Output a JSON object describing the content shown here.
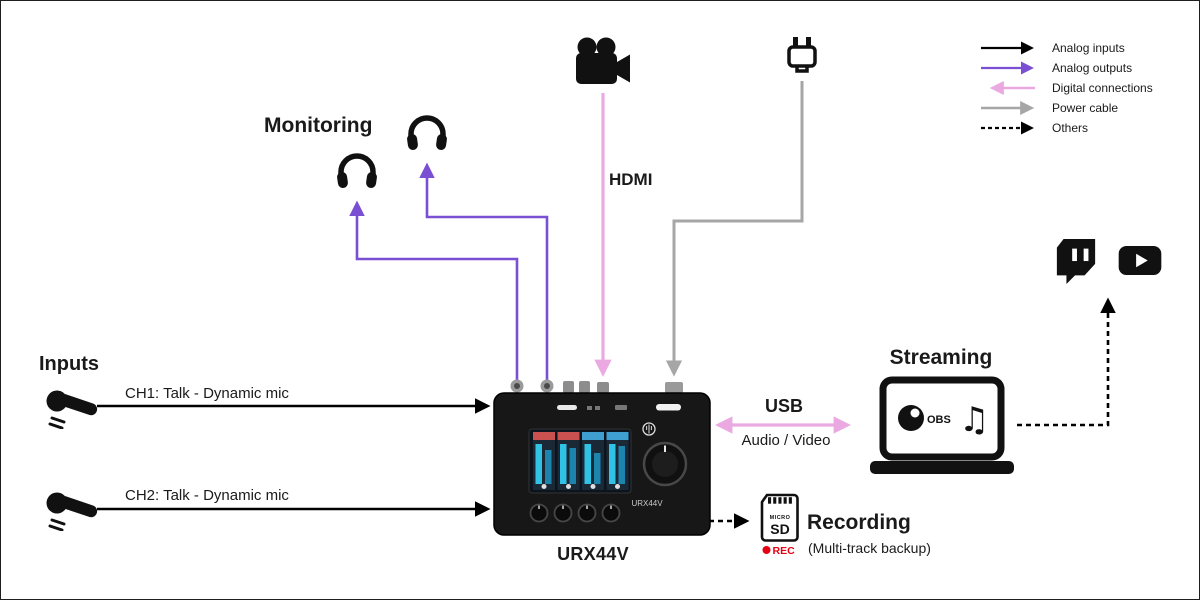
{
  "device": {
    "name": "URX44V"
  },
  "legend": {
    "items": [
      {
        "label": "Analog inputs"
      },
      {
        "label": "Analog outputs"
      },
      {
        "label": "Digital connections"
      },
      {
        "label": "Power cable"
      },
      {
        "label": "Others"
      }
    ]
  },
  "monitoring": {
    "title": "Monitoring"
  },
  "inputs": {
    "title": "Inputs",
    "channels": [
      {
        "label": "CH1: Talk - Dynamic mic"
      },
      {
        "label": "CH2: Talk - Dynamic mic"
      }
    ]
  },
  "hdmi": {
    "label": "HDMI"
  },
  "usb": {
    "label": "USB",
    "sublabel": "Audio / Video"
  },
  "streaming": {
    "title": "Streaming",
    "obs_label": "OBS",
    "music_note_glyph": "♫"
  },
  "recording": {
    "title": "Recording",
    "subtitle": "(Multi-track backup)",
    "sd_card": {
      "micro": "MICRO",
      "sd": "SD",
      "rec": "REC"
    }
  },
  "colors": {
    "analog_inputs": "#000000",
    "analog_outputs": "#7a4fd4",
    "digital_connections": "#eaa9e0",
    "power_cable": "#a6a6a6",
    "others": "#000000",
    "rec_red": "#e60012",
    "icon_black": "#111111"
  }
}
